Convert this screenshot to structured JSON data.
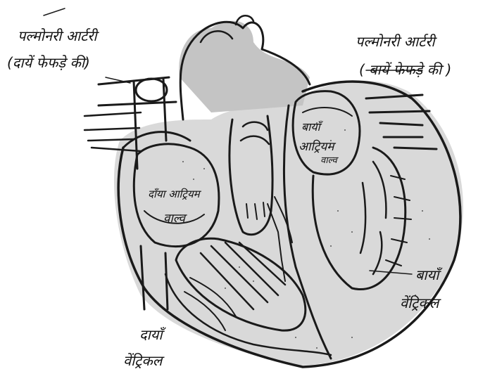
{
  "diagram": {
    "labels": {
      "pulmonary_right_line1": "पल्मोनरी आर्टरी",
      "pulmonary_right_line2": "(दायें फेफड़े की)",
      "pulmonary_left_line1": "पल्मोनरी आर्टरी",
      "pulmonary_left_line2": "( बायें फेफड़े की )",
      "left_atrium_line1": "बायाँ",
      "left_atrium_line2": "आट्रियम",
      "left_atrium_line3": "वाल्व",
      "right_atrium": "दाँया आट्रियम",
      "valve": "वाल्व",
      "left_ventricle_line1": "बायाँ",
      "left_ventricle_line2": "वेंट्रिकल",
      "right_ventricle_line1": "दायाँ",
      "right_ventricle_line2": "वेंट्रिकल"
    },
    "colors": {
      "ink": "#1a1a1a",
      "shading": "#d9d9d9",
      "background": "#ffffff"
    }
  }
}
